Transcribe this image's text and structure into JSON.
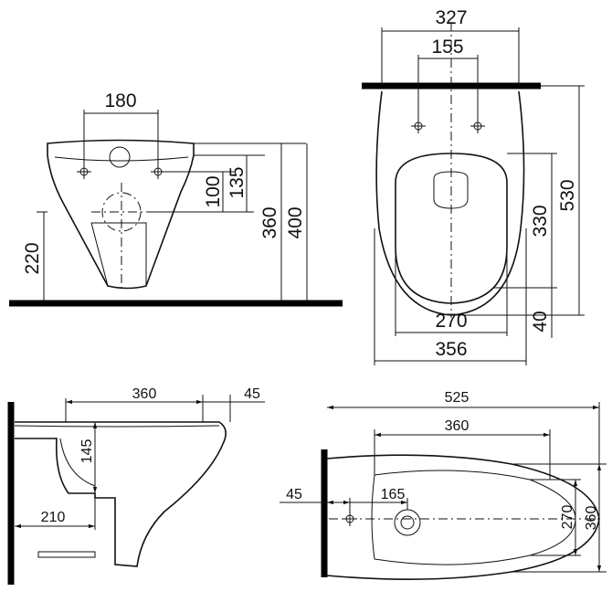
{
  "views": {
    "front": {
      "dimensions": {
        "hole_spacing": "180",
        "d100": "100",
        "d135": "135",
        "height_total": "360",
        "height_floor": "400",
        "height_outlet": "220"
      }
    },
    "top": {
      "dimensions": {
        "width_top": "327",
        "hole_spacing": "155",
        "length": "530",
        "seat_length": "330",
        "offset": "40",
        "seat_width": "270",
        "width": "356"
      }
    },
    "side": {
      "dimensions": {
        "length": "360",
        "offset": "45",
        "height": "145",
        "outlet": "210"
      }
    },
    "plan": {
      "dimensions": {
        "length": "525",
        "inner_length": "360",
        "wall_offset": "45",
        "hole_offset": "165",
        "width_inner": "270",
        "width": "360"
      }
    }
  }
}
